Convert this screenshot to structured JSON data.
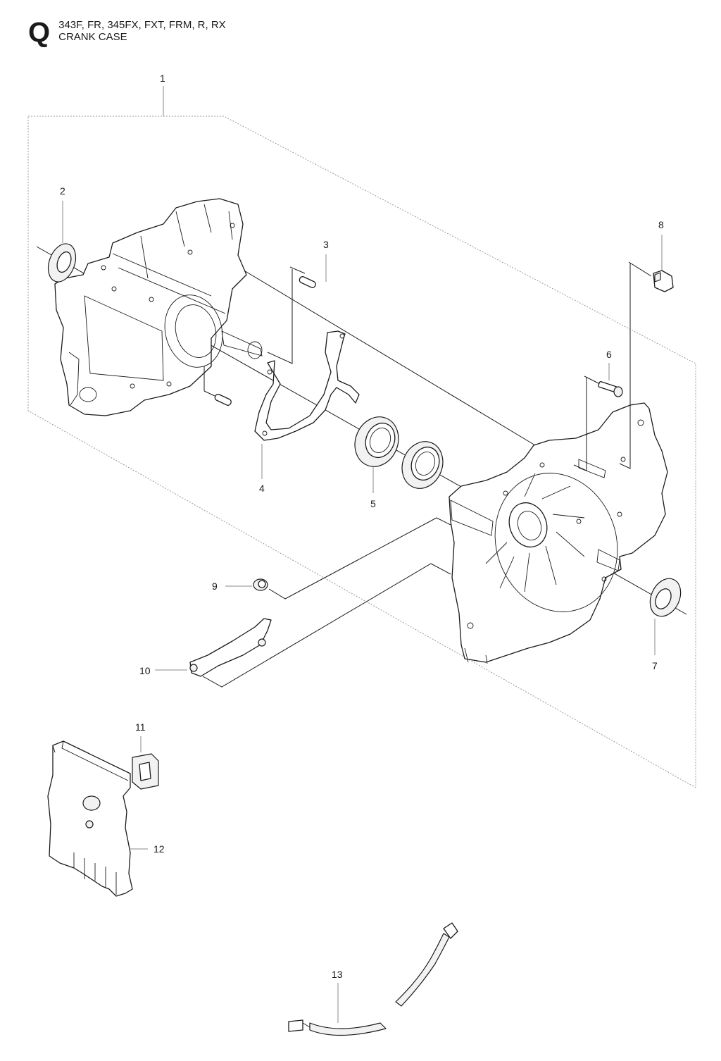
{
  "header": {
    "section_letter": "Q",
    "models": "343F, FR, 345FX, FXT, FRM, R, RX",
    "title": "CRANK CASE"
  },
  "callouts": [
    "1",
    "2",
    "3",
    "4",
    "5",
    "6",
    "7",
    "8",
    "9",
    "10",
    "11",
    "12",
    "13"
  ]
}
